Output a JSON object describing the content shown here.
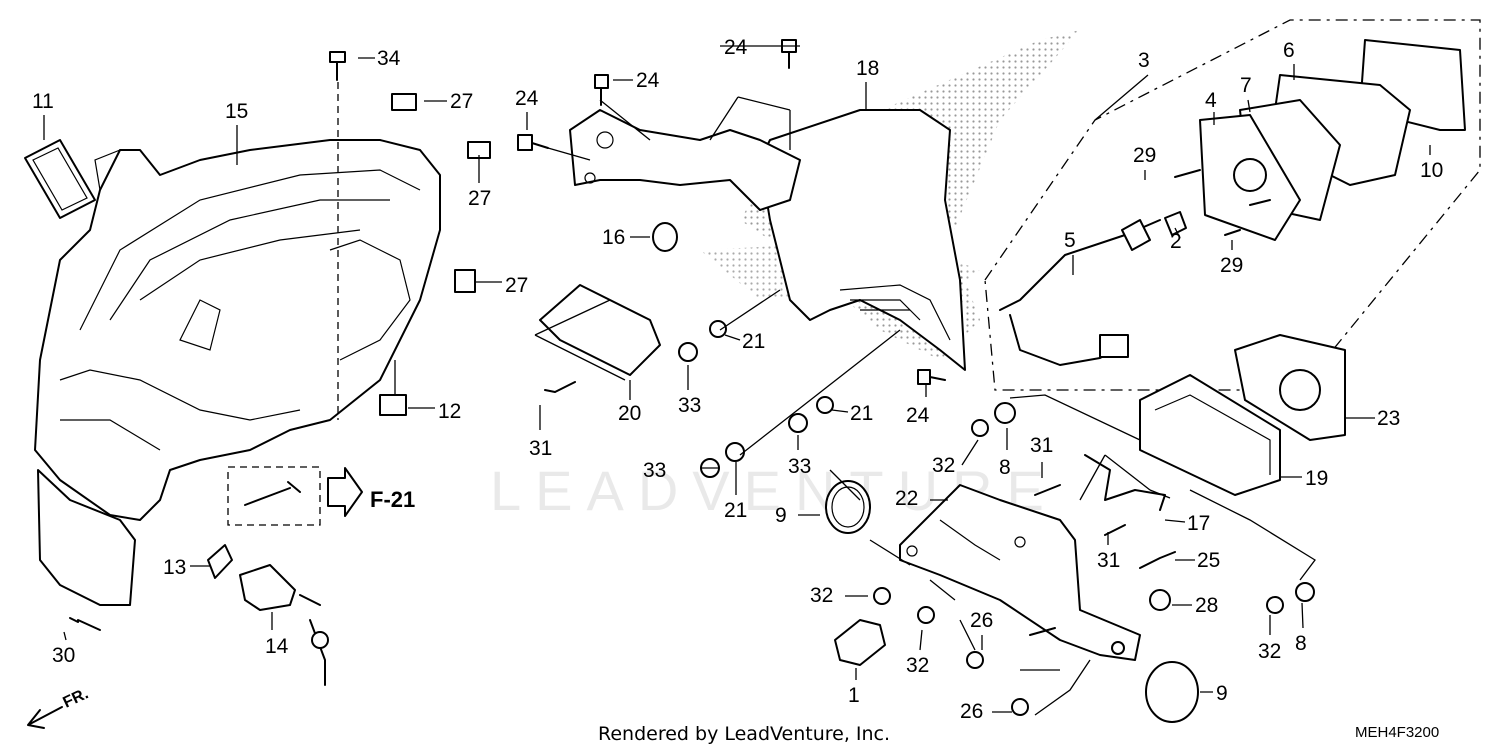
{
  "diagram": {
    "callouts": [
      "11",
      "15",
      "34",
      "27",
      "27",
      "27",
      "12",
      "13",
      "14",
      "30",
      "24",
      "24",
      "24",
      "18",
      "16",
      "20",
      "31",
      "21",
      "33",
      "21",
      "33",
      "33",
      "21",
      "24",
      "3",
      "6",
      "7",
      "4",
      "29",
      "29",
      "10",
      "5",
      "2",
      "23",
      "19",
      "32",
      "8",
      "31",
      "22",
      "17",
      "31",
      "25",
      "9",
      "32",
      "28",
      "26",
      "32",
      "1",
      "26",
      "9",
      "32",
      "8"
    ],
    "reference": "F-21",
    "front_marker": "FR.",
    "footer": "Rendered by LeadVenture, Inc.",
    "diagram_code": "MEH4F3200",
    "watermark": "LEADVENTURE"
  }
}
